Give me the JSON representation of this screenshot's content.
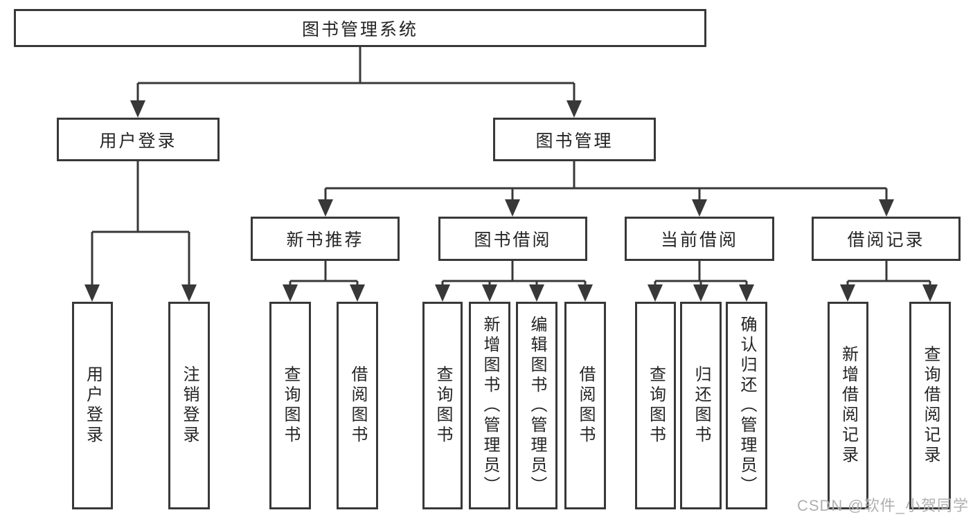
{
  "diagram": {
    "root": {
      "label": "图书管理系统"
    },
    "branches": [
      {
        "label": "用户登录",
        "children": [
          {
            "label": "用户登录"
          },
          {
            "label": "注销登录"
          }
        ]
      },
      {
        "label": "图书管理",
        "children": [
          {
            "label": "新书推荐",
            "children": [
              {
                "label": "查询图书"
              },
              {
                "label": "借阅图书"
              }
            ]
          },
          {
            "label": "图书借阅",
            "children": [
              {
                "label": "查询图书"
              },
              {
                "label": "新增图书（管理员）"
              },
              {
                "label": "编辑图书（管理员）"
              },
              {
                "label": "借阅图书"
              }
            ]
          },
          {
            "label": "当前借阅",
            "children": [
              {
                "label": "查询图书"
              },
              {
                "label": "归还图书"
              },
              {
                "label": "确认归还（管理员）"
              }
            ]
          },
          {
            "label": "借阅记录",
            "children": [
              {
                "label": "新增借阅记录"
              },
              {
                "label": "查询借阅记录"
              }
            ]
          }
        ]
      }
    ]
  },
  "watermark": "CSDN @软件_小贺同学",
  "colors": {
    "line": "#383838",
    "text": "#242424",
    "watermark": "#b0b0b0",
    "background": "#ffffff"
  }
}
